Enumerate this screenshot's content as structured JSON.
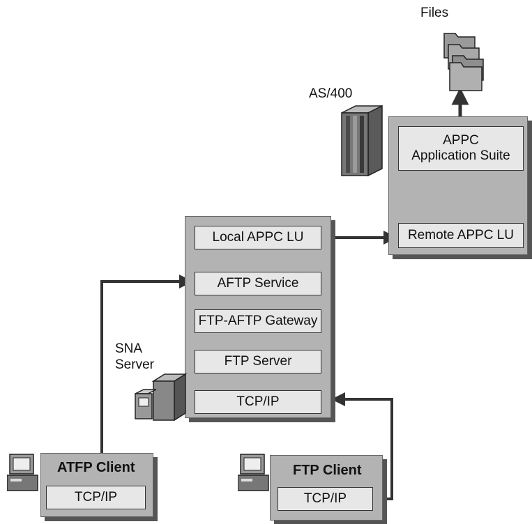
{
  "as400": {
    "label": "AS/400",
    "files_label": "Files",
    "app_suite": "APPC\nApplication Suite",
    "remote_lu": "Remote APPC LU"
  },
  "sna_server": {
    "label": "SNA\nServer",
    "local_lu": "Local APPC LU",
    "aftp_service": "AFTP Service",
    "gateway": "FTP-AFTP Gateway",
    "ftp_server": "FTP Server",
    "tcpip": "TCP/IP"
  },
  "atfp_client": {
    "title": "ATFP Client",
    "tcpip": "TCP/IP"
  },
  "ftp_client": {
    "title": "FTP Client",
    "tcpip": "TCP/IP"
  }
}
